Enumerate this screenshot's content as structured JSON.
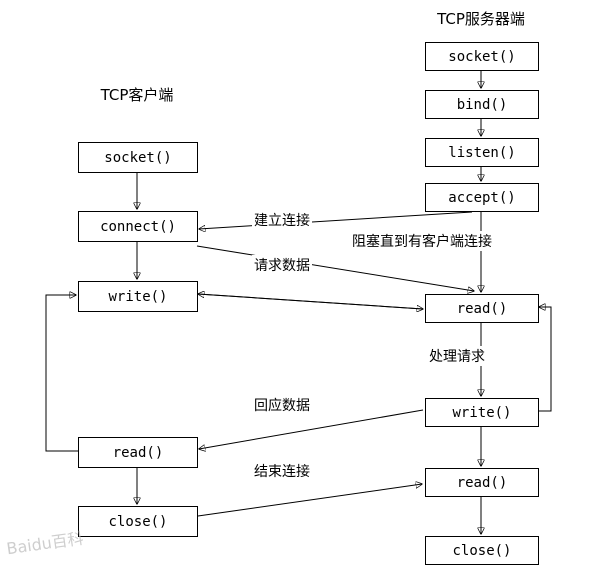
{
  "watermark": "Baidu百科",
  "client": {
    "title": "TCP客户端",
    "boxes": [
      "socket()",
      "connect()",
      "write()",
      "read()",
      "close()"
    ]
  },
  "server": {
    "title": "TCP服务器端",
    "boxes": [
      "socket()",
      "bind()",
      "listen()",
      "accept()",
      "read()",
      "write()",
      "read()",
      "close()"
    ]
  },
  "annotations": {
    "establish_connection": "建立连接",
    "block_until_client": "阻塞直到有客户端连接",
    "request_data": "请求数据",
    "process_request": "处理请求",
    "response_data": "回应数据",
    "end_connection": "结束连接"
  }
}
